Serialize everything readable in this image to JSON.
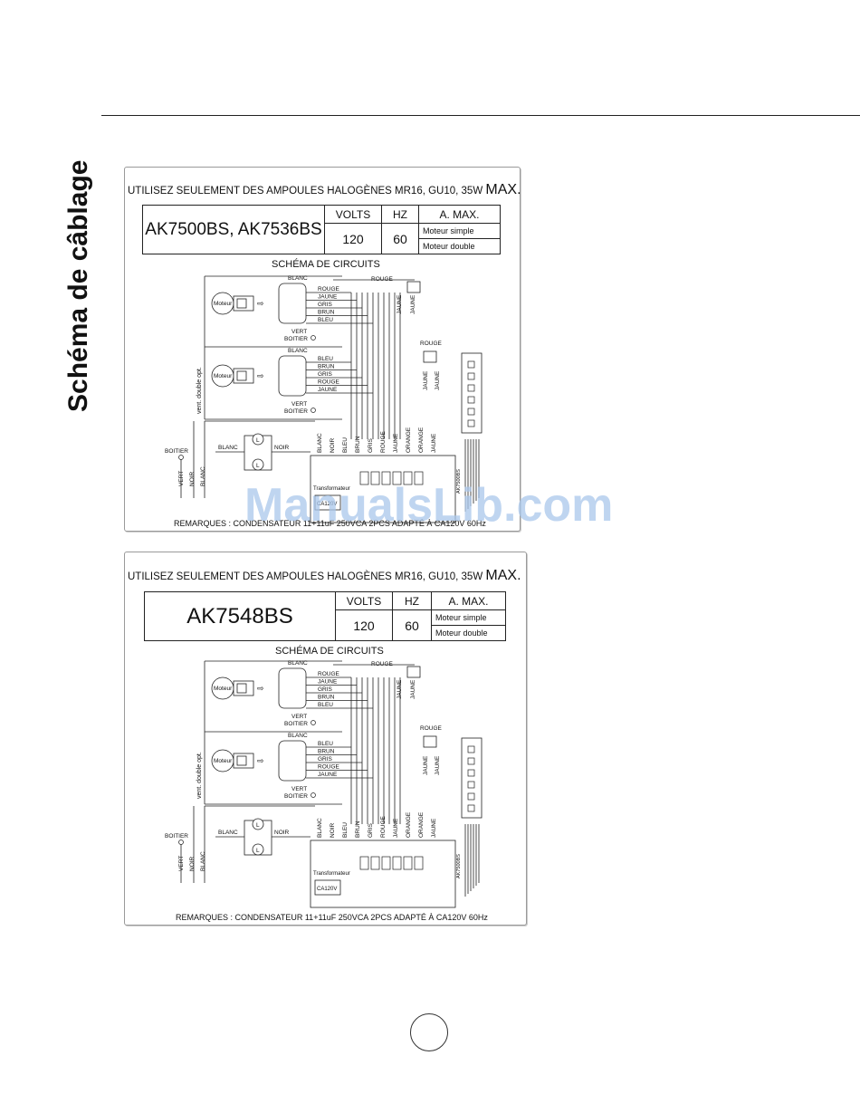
{
  "page": {
    "side_title": "Schéma de câblage"
  },
  "watermark": "ManualsLib.com",
  "diagrams": [
    {
      "warning_text": "UTILISEZ SEULEMENT DES AMPOULES HALOGÈNES MR16, GU10, 35W",
      "warning_max": "MAX.",
      "models": "AK7500BS, AK7536BS",
      "headers": {
        "volts": "VOLTS",
        "hz": "HZ",
        "amax": "A. MAX."
      },
      "values": {
        "volts": "120",
        "hz": "60",
        "amax_single": "Moteur simple",
        "amax_double": "Moteur double"
      },
      "schema_title": "SCHÉMA DE CIRCUITS",
      "remark": "REMARQUES : CONDENSATEUR  11+11uF  250VCA  2PCS ADAPTÉ À CA120V 60Hz",
      "labels": {
        "blanc": "BLANC",
        "rouge": "ROUGE",
        "jaune": "JAUNE",
        "gris": "GRIS",
        "brun": "BRUN",
        "bleu": "BLEU",
        "noir": "NOIR",
        "orange": "ORANGE",
        "vert": "VERT",
        "boitier": "BOITIER",
        "moteur": "Moteur",
        "vent_double": "vent. double opt.",
        "transformateur": "Transformateur",
        "ca120v": "CA120V",
        "lamp": "L",
        "board": "AK7500BS"
      }
    },
    {
      "warning_text": "UTILISEZ SEULEMENT DES AMPOULES HALOGÈNES MR16, GU10, 35W",
      "warning_max": "MAX.",
      "models": "AK7548BS",
      "headers": {
        "volts": "VOLTS",
        "hz": "HZ",
        "amax": "A. MAX."
      },
      "values": {
        "volts": "120",
        "hz": "60",
        "amax_single": "Moteur simple",
        "amax_double": "Moteur double"
      },
      "schema_title": "SCHÉMA DE CIRCUITS",
      "remark": "REMARQUES : CONDENSATEUR  11+11uF  250VCA  2PCS ADAPTÉ À CA120V 60Hz",
      "labels": {
        "blanc": "BLANC",
        "rouge": "ROUGE",
        "jaune": "JAUNE",
        "gris": "GRIS",
        "brun": "BRUN",
        "bleu": "BLEU",
        "noir": "NOIR",
        "orange": "ORANGE",
        "vert": "VERT",
        "boitier": "BOITIER",
        "moteur": "Moteur",
        "vent_double": "vent. double opt.",
        "transformateur": "Transformateur",
        "ca120v": "CA120V",
        "lamp": "L",
        "board": "AK7500BS"
      }
    }
  ]
}
